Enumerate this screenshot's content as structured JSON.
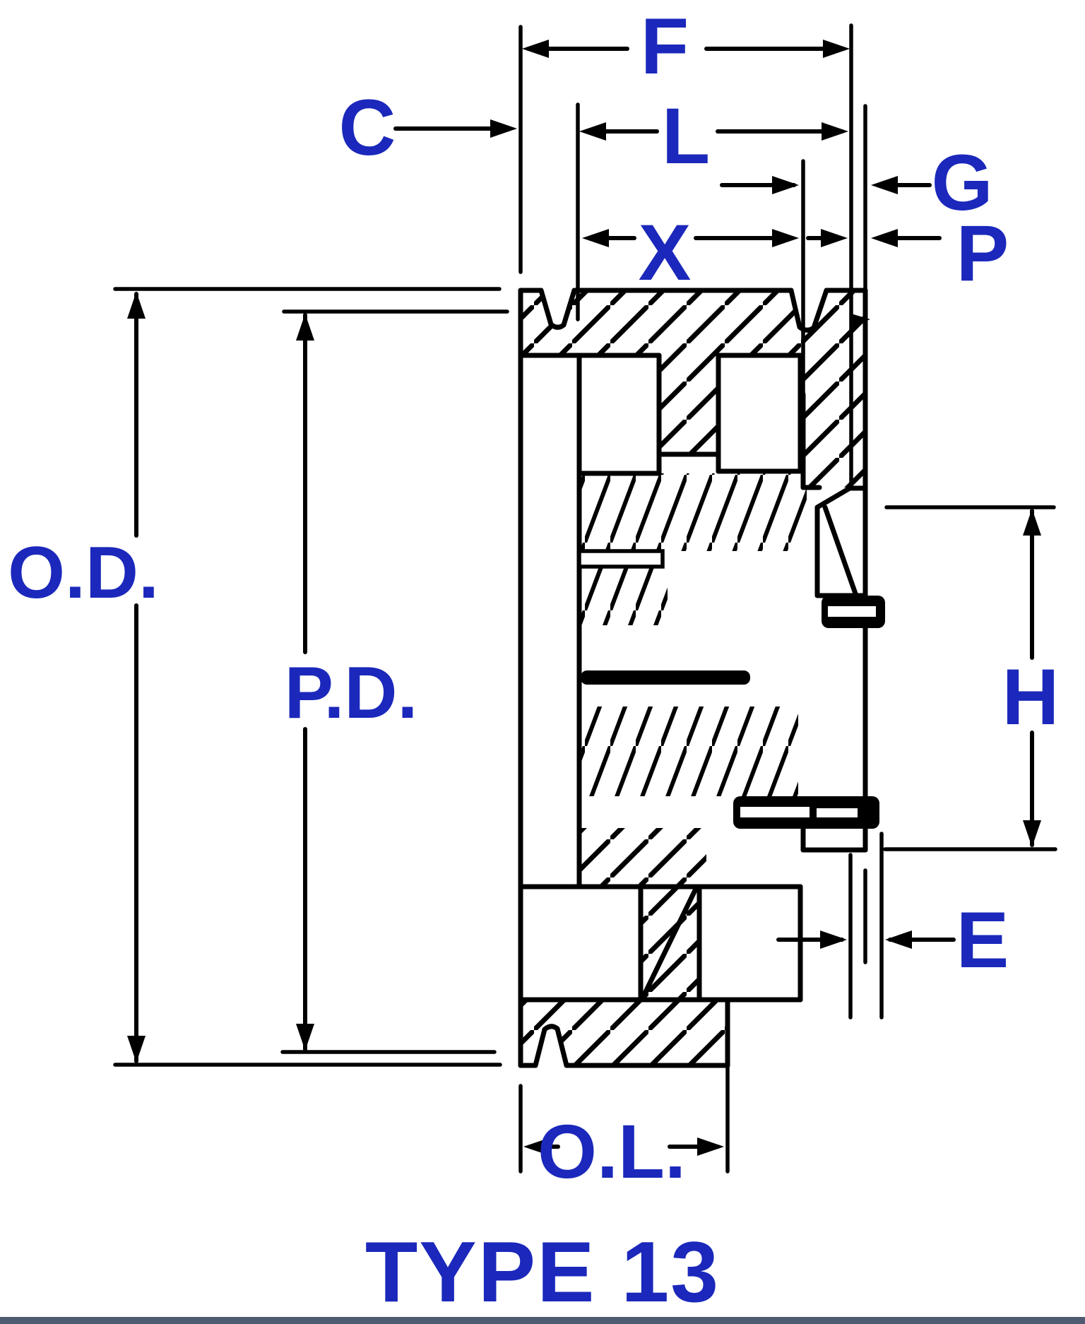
{
  "title": "TYPE 13",
  "colors": {
    "label_blue": "#1b28bb",
    "line_black": "#000000",
    "background": "#ffffff",
    "bottom_bar": "#4d5a70"
  },
  "dimension_labels": {
    "f": "F",
    "c": "C",
    "l": "L",
    "g": "G",
    "x": "X",
    "p": "P",
    "od": "O.D.",
    "pd": "P.D.",
    "h": "H",
    "e": "E",
    "ol": "O.L."
  }
}
